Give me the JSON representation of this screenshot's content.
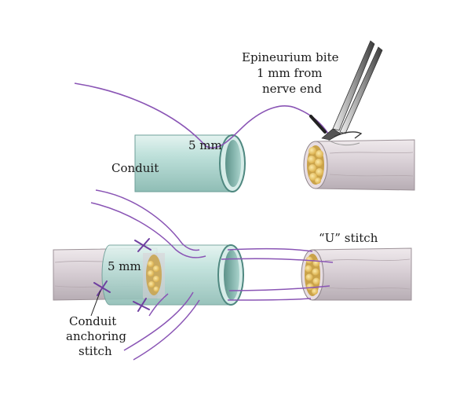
{
  "labels": {
    "epineurium_line1": "Epineurium bite",
    "epineurium_line2": "1 mm from",
    "epineurium_line3": "nerve end",
    "measure_top": "5 mm",
    "conduit_top": "Conduit",
    "u_stitch": "“U” stitch",
    "measure_bottom": "5 mm",
    "anchor_line1": "Conduit",
    "anchor_line2": "anchoring",
    "anchor_line3": "stitch"
  },
  "colors": {
    "nerve": "#d9d1d6",
    "conduit": "#b9ded7",
    "suture": "#8a55b5",
    "fascicle": "#e8c86a"
  }
}
